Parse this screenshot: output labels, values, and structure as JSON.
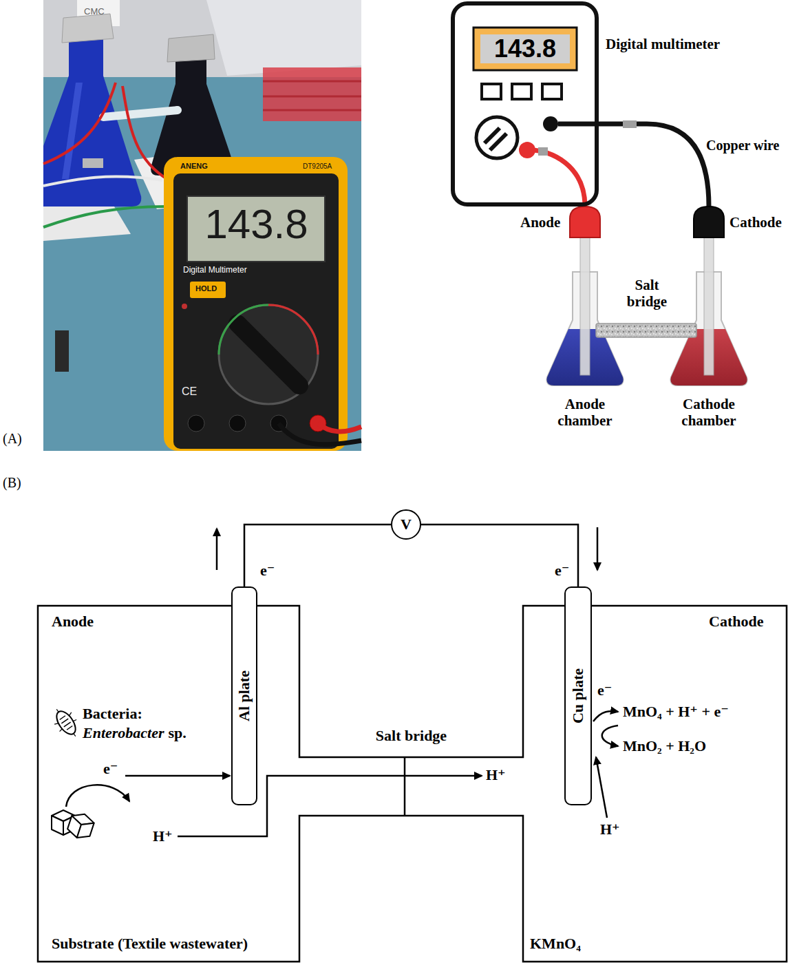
{
  "diagram": {
    "nodes": [
      {
        "text": [
          "143.8",
          "Digital multimeter"
        ]
      },
      {
        "text": [
          "Anode chamber"
        ]
      },
      {
        "text": [
          "Cathode chamber"
        ]
      },
      {
        "text": [
          "V"
        ]
      },
      {
        "text": [
          "Anode",
          "Substrate (Textile wastewater)"
        ]
      },
      {
        "text": [
          "Al plate"
        ],
        "in": 4
      },
      {
        "text": [
          "Cathode",
          "KMnO₄"
        ]
      },
      {
        "text": [
          "Cu plate"
        ],
        "in": 6
      },
      {
        "text": [
          "Salt bridge"
        ]
      }
    ],
    "edges": [
      {
        "from": 5,
        "to": 3,
        "arrow": "none"
      },
      {
        "from": 3,
        "to": 7,
        "arrow": "none"
      }
    ],
    "labels": [
      "(A)",
      "CMC",
      "ANENG",
      "DT9205A",
      "143.8",
      "Digital Multimeter",
      "HOLD",
      "CE",
      "Copper wire",
      "Anode",
      "Cathode",
      "Salt bridge",
      "(B)",
      "e⁻",
      "e⁻",
      "Bacteria:",
      "Enterobacter",
      "sp.",
      "e⁻",
      "H⁺",
      "H⁺",
      "e⁻",
      "MnO₄ + H⁺ + e⁻",
      "MnO₂ + H₂O",
      "H⁺"
    ]
  }
}
